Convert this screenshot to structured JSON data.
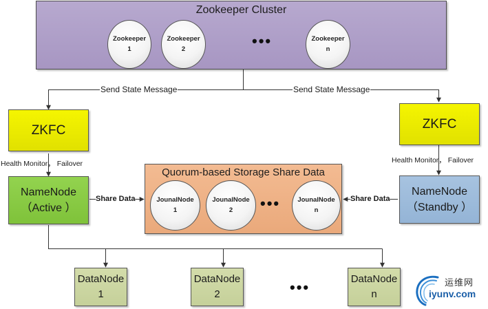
{
  "zookeeper_cluster": {
    "title": "Zookeeper Cluster",
    "nodes": [
      {
        "name": "Zookeeper",
        "index": "1"
      },
      {
        "name": "Zookeeper",
        "index": "2"
      },
      {
        "name": "Zookeeper",
        "index": "n"
      }
    ],
    "ellipsis": "•••",
    "color": "#ad9dc9"
  },
  "edges": {
    "send_state_left": "Send State Message",
    "send_state_right": "Send State Message",
    "health_left": "Health Monitor， Failover",
    "health_right": "Health Monitor， Failover",
    "share_data_left": "Share Data",
    "share_data_right": "Share Data"
  },
  "zkfc": {
    "left": {
      "label": "ZKFC"
    },
    "right": {
      "label": "ZKFC"
    },
    "color": "#eaea00"
  },
  "namenodes": {
    "active": {
      "title": "NameNode",
      "state": "（Active ）",
      "color": "#86c842"
    },
    "standby": {
      "title": "NameNode",
      "state": "（Standby ）",
      "color": "#9dbbdb"
    }
  },
  "storage": {
    "title": "Quorum-based Storage Share Data",
    "nodes": [
      {
        "name": "JounalNode",
        "index": "1"
      },
      {
        "name": "JounalNode",
        "index": "2"
      },
      {
        "name": "JounalNode",
        "index": "n"
      }
    ],
    "ellipsis": "•••",
    "color": "#efb286"
  },
  "datanodes": {
    "nodes": [
      {
        "name": "DataNode",
        "index": "1"
      },
      {
        "name": "DataNode",
        "index": "2"
      },
      {
        "name": "DataNode",
        "index": "n"
      }
    ],
    "ellipsis": "•••",
    "color": "#cbd6a1"
  },
  "watermark": {
    "cn_text": "运维网",
    "en_text": "iyunv.com"
  }
}
